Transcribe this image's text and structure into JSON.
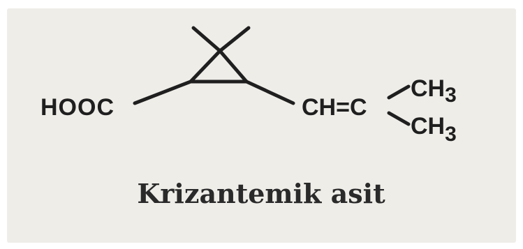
{
  "structure": {
    "left_group": "HOOC",
    "vinyl_group": "CH=C",
    "methyl_top": "CH",
    "methyl_top_sub": "3",
    "methyl_bottom": "CH",
    "methyl_bottom_sub": "3"
  },
  "caption": "Krizantemik asit",
  "colors": {
    "paper": "#efede8",
    "ink": "#1f1f1f"
  }
}
